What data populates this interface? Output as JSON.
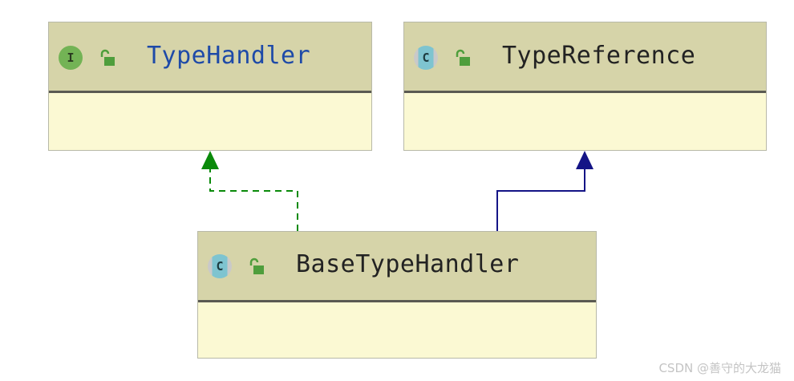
{
  "diagram": {
    "nodes": [
      {
        "id": "type-handler",
        "name": "TypeHandler",
        "kind_badge": "I",
        "kind": "interface",
        "name_color": "#1e4aa8",
        "badge_color": "#73b355"
      },
      {
        "id": "type-reference",
        "name": "TypeReference",
        "kind_badge": "C",
        "kind": "class",
        "name_color": "#222222",
        "badge_color": "#7ec4d0"
      },
      {
        "id": "base-type-handler",
        "name": "BaseTypeHandler",
        "kind_badge": "C",
        "kind": "class",
        "name_color": "#222222",
        "badge_color": "#7ec4d0"
      }
    ],
    "edges": [
      {
        "from": "base-type-handler",
        "to": "type-handler",
        "relation": "implements",
        "style": "dashed",
        "color": "#0a8a0a"
      },
      {
        "from": "base-type-handler",
        "to": "type-reference",
        "relation": "extends",
        "style": "solid",
        "color": "#141486"
      }
    ]
  },
  "watermark": "CSDN @善守的大龙猫",
  "colors": {
    "header_bg": "#d6d4a9",
    "body_bg": "#fbf9d3",
    "lock": "#4f9e3c"
  }
}
